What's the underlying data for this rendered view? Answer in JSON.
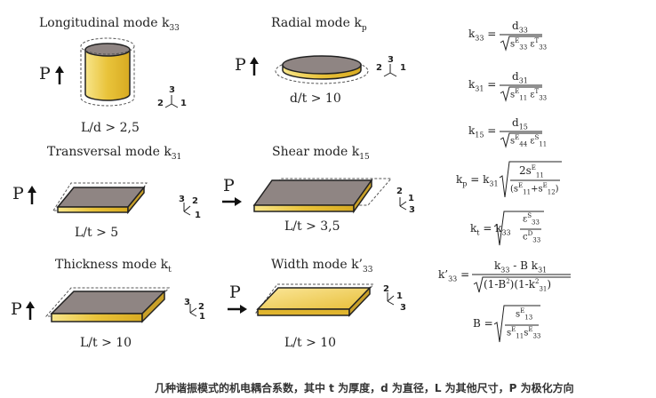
{
  "modes": [
    {
      "title": "Longitudinal mode k",
      "sub": "33",
      "condition": "L/d > 2,5",
      "pole": "P"
    },
    {
      "title": "Radial mode k",
      "sub": "p",
      "condition": "d/t > 10",
      "pole": "P"
    },
    {
      "title": "Transversal mode k",
      "sub": "31",
      "condition": "L/t > 5",
      "pole": "P"
    },
    {
      "title": "Shear mode k",
      "sub": "15",
      "condition": "L/t > 3,5",
      "pole": "P"
    },
    {
      "title": "Thickness mode k",
      "sub": "t",
      "condition": "L/t > 10",
      "pole": "P"
    },
    {
      "title": "Width mode k’",
      "sub": "33",
      "condition": "L/t > 10",
      "pole": "P"
    }
  ],
  "axes": [
    "1",
    "2",
    "3"
  ],
  "equations": {
    "k33": {
      "lhs": "k",
      "lhs_sub": "33",
      "num": "d",
      "num_sub": "33",
      "den": "√s^E_33 ε^T_33"
    },
    "k31": {
      "lhs": "k",
      "lhs_sub": "31",
      "num": "d",
      "num_sub": "31",
      "den": "√s^E_11 ε^T_33"
    },
    "k15": {
      "lhs": "k",
      "lhs_sub": "15",
      "num": "d",
      "num_sub": "15",
      "den": "√s^E_44 ε^S_11"
    },
    "kp": {
      "lhs": "k",
      "lhs_sub": "p",
      "rhs_coef": "k",
      "rhs_coef_sub": "31"
    },
    "kt": {
      "lhs": "k",
      "lhs_sub": "t",
      "rhs_coef": "k",
      "rhs_coef_sub": "33"
    },
    "k33p": {
      "lhs": "k’",
      "lhs_sub": "33",
      "num": "k",
      "num_sub": "33",
      "num2": "- B k",
      "num2_sub": "31"
    },
    "B": {
      "lhs": "B"
    }
  },
  "caption": "几种谐振模式的机电耦合系数，其中 t 为厚度，d 为直径，L 为其他尺寸，P 为极化方向",
  "colors": {
    "gold": "#f2cc3a",
    "gold_light": "#f7e27e",
    "gray": "#8f8583",
    "gray_dark": "#6b6260",
    "outline": "#222222"
  }
}
